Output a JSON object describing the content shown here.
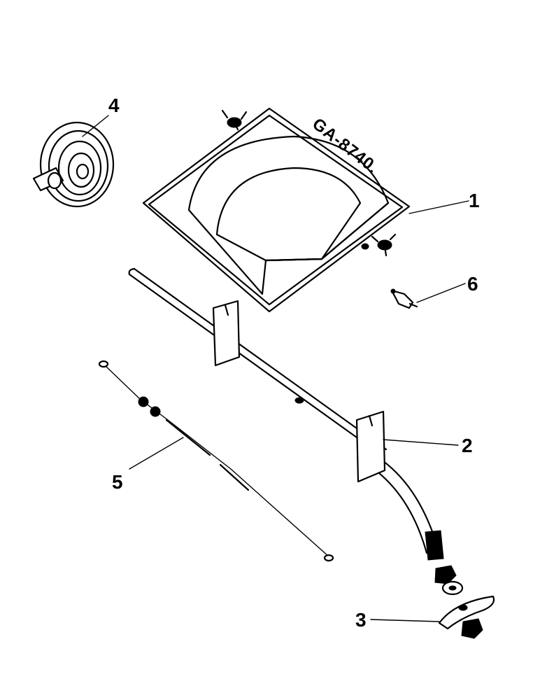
{
  "diagram": {
    "drawing_number": "GA-8740.",
    "callouts": [
      {
        "id": "1",
        "label": "1"
      },
      {
        "id": "2",
        "label": "2"
      },
      {
        "id": "3",
        "label": "3"
      },
      {
        "id": "4",
        "label": "4"
      },
      {
        "id": "5",
        "label": "5"
      },
      {
        "id": "6",
        "label": "6"
      }
    ]
  }
}
